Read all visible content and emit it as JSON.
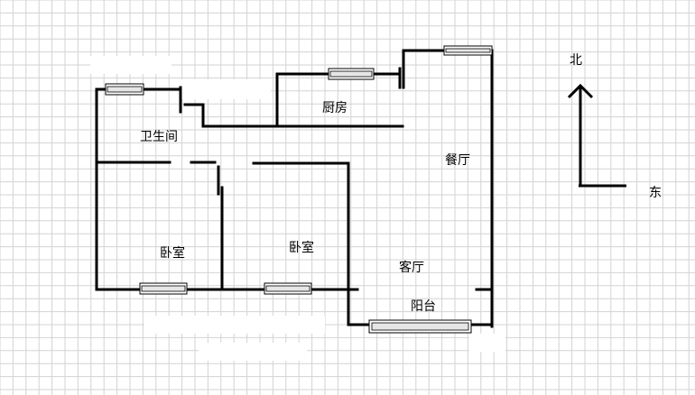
{
  "rooms": {
    "bathroom": "卫生间",
    "kitchen": "厨房",
    "dining": "餐厅",
    "bedroom_left": "卧室",
    "bedroom_right": "卧室",
    "living": "客厅",
    "balcony": "阳台"
  },
  "compass": {
    "north": "北",
    "east": "东"
  },
  "colors": {
    "grid": "#d3d3d3",
    "wall": "#000000",
    "background": "#ffffff"
  }
}
